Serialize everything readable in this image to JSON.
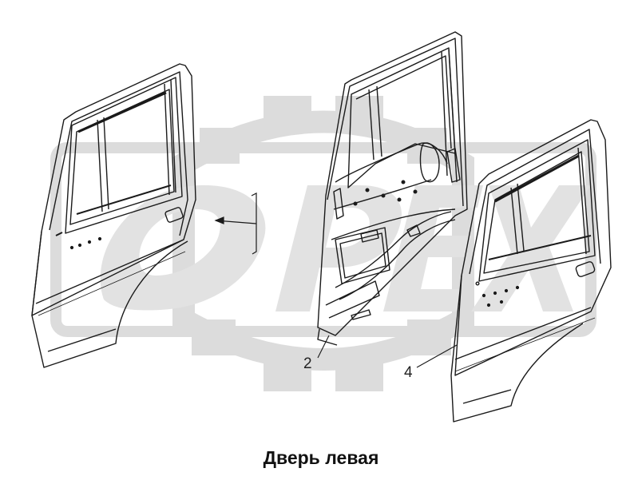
{
  "caption": "Дверь левая",
  "watermark": "OPEX",
  "callouts": [
    {
      "label": "2"
    },
    {
      "label": "4"
    }
  ],
  "colors": {
    "line": "#1a1a1a",
    "watermark": "#d9d9d9"
  }
}
